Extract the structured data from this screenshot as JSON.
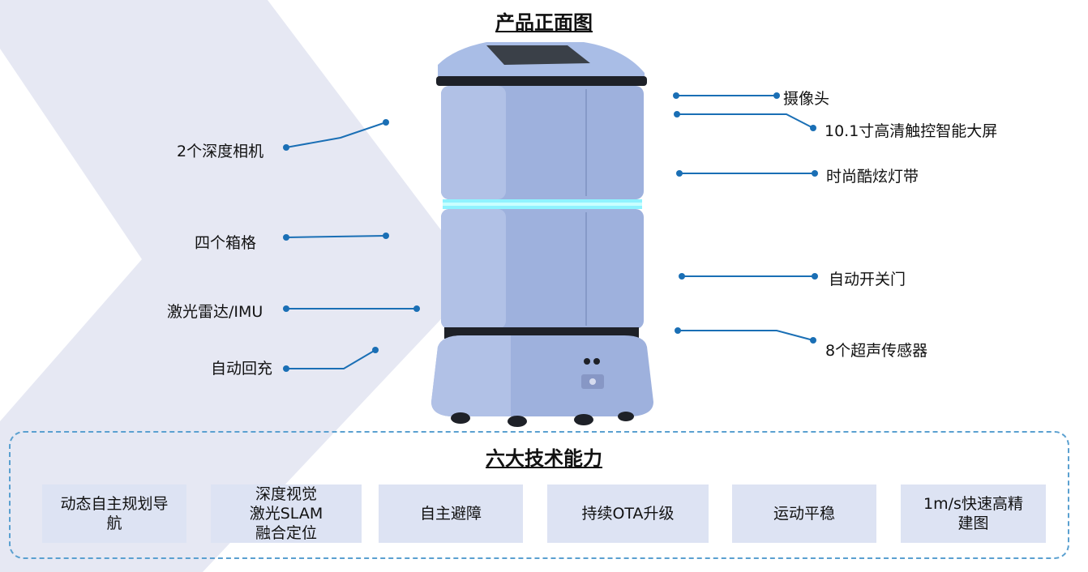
{
  "title": "产品正面图",
  "features_left": [
    "2个深度相机",
    "四个箱格",
    "激光雷达/IMU",
    "自动回充"
  ],
  "features_right": [
    "摄像头",
    "10.1寸高清触控智能大屏",
    "时尚酷炫灯带",
    "自动开关门",
    "8个超声传感器"
  ],
  "capabilities_title": "六大技术能力",
  "capabilities": [
    "动态自主规划导\n航",
    "深度视觉\n激光SLAM\n融合定位",
    "自主避障",
    "持续OTA升级",
    "运动平稳",
    "1m/s快速高精\n建图"
  ],
  "colors": {
    "accent": "#1a6fb5",
    "chevron": "#e6e8f3",
    "robot_body": "#9eb1dd",
    "box_fill": "#dde3f3",
    "dashed_border": "#5aa0d0"
  }
}
